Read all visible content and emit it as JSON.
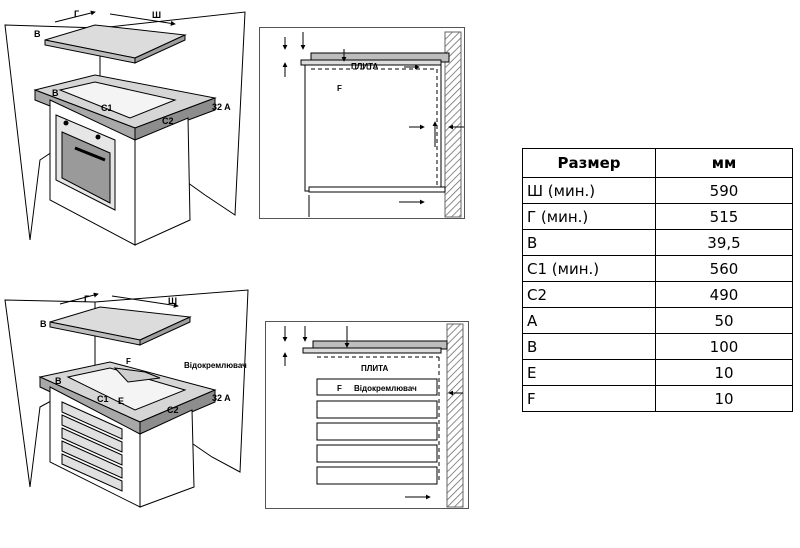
{
  "labels": {
    "depth": "Г",
    "width": "Ш",
    "b": "В",
    "c1": "С1",
    "c2": "С2",
    "e": "Е",
    "f": "F",
    "a32": "32 A",
    "hob": "ПЛИТА",
    "divider": "Відокремлювач"
  },
  "table": {
    "header_param": "Размер",
    "header_unit": "мм",
    "rows": [
      {
        "param": "Ш (мин.)",
        "value": "590"
      },
      {
        "param": "Г (мин.)",
        "value": "515"
      },
      {
        "param": "В",
        "value": "39,5"
      },
      {
        "param": "С1 (мин.)",
        "value": "560"
      },
      {
        "param": "С2",
        "value": "490"
      },
      {
        "param": "А",
        "value": "50"
      },
      {
        "param": "В",
        "value": "100"
      },
      {
        "param": "Е",
        "value": "10"
      },
      {
        "param": "F",
        "value": "10"
      }
    ]
  }
}
